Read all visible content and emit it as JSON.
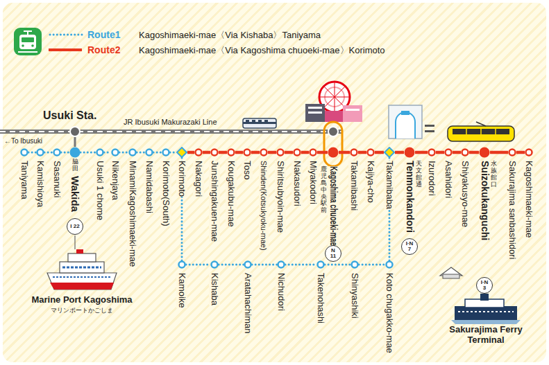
{
  "diagram": {
    "nodes": [
      {
        "text": [
          "Taniyama"
        ]
      },
      {
        "text": [
          "Kamishioya"
        ]
      },
      {
        "text": [
          "Sasanuki"
        ]
      },
      {
        "text": [
          "脇田",
          "Wakida"
        ]
      },
      {
        "text": [
          "Usuki 1 chome"
        ]
      },
      {
        "text": [
          "Nikenjaya"
        ]
      },
      {
        "text": [
          "MinamiKagoshimaeki-mae"
        ]
      },
      {
        "text": [
          "Namidabashi"
        ]
      },
      {
        "text": [
          "Korimoto(South)"
        ]
      },
      {
        "text": [
          "Korimoto"
        ]
      },
      {
        "text": [
          "Nakagori"
        ]
      },
      {
        "text": [
          "Junshingakuen-mae"
        ]
      },
      {
        "text": [
          "Kougakubu-mae"
        ]
      },
      {
        "text": [
          "Toso"
        ]
      },
      {
        "text": [
          "Shinden(Kotsukyoku-mae)"
        ]
      },
      {
        "text": [
          "Shiritsubyoin-mae"
        ]
      },
      {
        "text": [
          "Nakasudori"
        ]
      },
      {
        "text": [
          "Miyakodori"
        ]
      },
      {
        "text": [
          "鹿児島中央駅前",
          "Kagoshima chuoeki-mae"
        ]
      },
      {
        "text": [
          "Takamibashi"
        ]
      },
      {
        "text": [
          "Kajiya-cho"
        ]
      },
      {
        "text": [
          "Takamibaba"
        ]
      },
      {
        "text": [
          "天文館通",
          "Tenmonkandori"
        ]
      },
      {
        "text": [
          "Izurodori"
        ]
      },
      {
        "text": [
          "Asahidori"
        ]
      },
      {
        "text": [
          "Shiyakusyo-mae"
        ]
      },
      {
        "text": [
          "水族館口",
          "Suizokukanguchi"
        ]
      },
      {
        "text": [
          "Sakurajima sanbashidori"
        ]
      },
      {
        "text": [
          "Kagoshimaeki-mae"
        ]
      },
      {
        "text": [
          "Kamoike"
        ]
      },
      {
        "text": [
          "Kishaba"
        ]
      },
      {
        "text": [
          "Aratahachiman"
        ]
      },
      {
        "text": [
          "Nichudori"
        ]
      },
      {
        "text": [
          "Takenohashi"
        ]
      },
      {
        "text": [
          "Shinyashiki"
        ]
      },
      {
        "text": [
          "Koto chugakko-mae"
        ]
      }
    ],
    "edges": [
      {
        "from": 0,
        "to": 1,
        "arrow": "none"
      },
      {
        "from": 1,
        "to": 2,
        "arrow": "none"
      },
      {
        "from": 2,
        "to": 3,
        "arrow": "none"
      },
      {
        "from": 3,
        "to": 4,
        "arrow": "none"
      },
      {
        "from": 4,
        "to": 5,
        "arrow": "none"
      },
      {
        "from": 5,
        "to": 6,
        "arrow": "none"
      },
      {
        "from": 6,
        "to": 7,
        "arrow": "none"
      },
      {
        "from": 7,
        "to": 8,
        "arrow": "none"
      },
      {
        "from": 8,
        "to": 9,
        "arrow": "none"
      },
      {
        "from": 9,
        "to": 10,
        "arrow": "none"
      },
      {
        "from": 10,
        "to": 11,
        "arrow": "none"
      },
      {
        "from": 11,
        "to": 12,
        "arrow": "none"
      },
      {
        "from": 12,
        "to": 13,
        "arrow": "none"
      },
      {
        "from": 13,
        "to": 14,
        "arrow": "none"
      },
      {
        "from": 14,
        "to": 15,
        "arrow": "none"
      },
      {
        "from": 15,
        "to": 16,
        "arrow": "none"
      },
      {
        "from": 16,
        "to": 17,
        "arrow": "none"
      },
      {
        "from": 17,
        "to": 18,
        "arrow": "none"
      },
      {
        "from": 18,
        "to": 19,
        "arrow": "none"
      },
      {
        "from": 19,
        "to": 20,
        "arrow": "none"
      },
      {
        "from": 20,
        "to": 21,
        "arrow": "none"
      },
      {
        "from": 21,
        "to": 22,
        "arrow": "none"
      },
      {
        "from": 22,
        "to": 23,
        "arrow": "none"
      },
      {
        "from": 23,
        "to": 24,
        "arrow": "none"
      },
      {
        "from": 24,
        "to": 25,
        "arrow": "none"
      },
      {
        "from": 25,
        "to": 26,
        "arrow": "none"
      },
      {
        "from": 26,
        "to": 27,
        "arrow": "none"
      },
      {
        "from": 27,
        "to": 28,
        "arrow": "none"
      },
      {
        "from": 9,
        "to": 29,
        "arrow": "none"
      },
      {
        "from": 29,
        "to": 30,
        "arrow": "none"
      },
      {
        "from": 30,
        "to": 31,
        "arrow": "none"
      },
      {
        "from": 31,
        "to": 32,
        "arrow": "none"
      },
      {
        "from": 32,
        "to": 33,
        "arrow": "none"
      },
      {
        "from": 33,
        "to": 34,
        "arrow": "none"
      },
      {
        "from": 34,
        "to": 35,
        "arrow": "none"
      },
      {
        "from": 35,
        "to": 21,
        "arrow": "none"
      }
    ],
    "labels": [
      "Kagoshimaeki-mae〈Via Kishaba〉Taniyama",
      "Kagoshimaeki-mae〈Via Kagoshima chuoeki-mae〉Korimoto",
      "Usuki Sta.",
      "JR Ibusuki Makurazaki Line",
      "←To Ibusuki",
      "I 22",
      "N 11",
      "I·N 7",
      "I·N 3",
      "Marine Port Kagoshima",
      "マリンポートかごしま",
      "Sakurajima Ferry Terminal"
    ],
    "legend": [
      {
        "text": "Route1"
      },
      {
        "text": "Route2"
      }
    ]
  }
}
